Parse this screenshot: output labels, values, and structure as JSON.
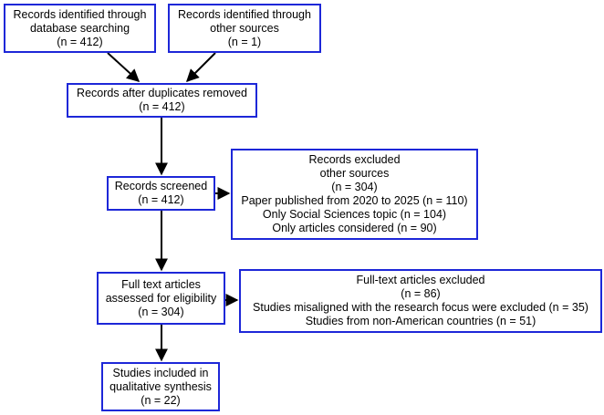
{
  "colors": {
    "box_border": "#1d27d8",
    "arrow": "#000000",
    "background": "#ffffff"
  },
  "boxes": {
    "db_search": {
      "lines": [
        "Records identified through",
        "database searching",
        "(n = 412)"
      ]
    },
    "other_sources": {
      "lines": [
        "Records identified through",
        "other sources",
        "(n = 1)"
      ]
    },
    "after_duplicates": {
      "lines": [
        "Records after duplicates removed",
        "(n = 412)"
      ]
    },
    "screened": {
      "lines": [
        "Records screened",
        "(n = 412)"
      ]
    },
    "records_excluded": {
      "lines": [
        "Records excluded",
        "other sources",
        "(n = 304)",
        "Paper published from 2020 to 2025 (n = 110)",
        "Only Social Sciences topic (n = 104)",
        "Only articles considered (n = 90)"
      ]
    },
    "full_text": {
      "lines": [
        "Full text articles",
        "assessed for eligibility",
        "(n = 304)"
      ]
    },
    "full_text_excluded": {
      "lines": [
        "Full-text articles excluded",
        "(n = 86)",
        "Studies misaligned with the research focus were excluded (n = 35)",
        "Studies from non-American countries (n = 51)"
      ]
    },
    "included": {
      "lines": [
        "Studies included in",
        "qualitative synthesis",
        "(n = 22)"
      ]
    }
  }
}
